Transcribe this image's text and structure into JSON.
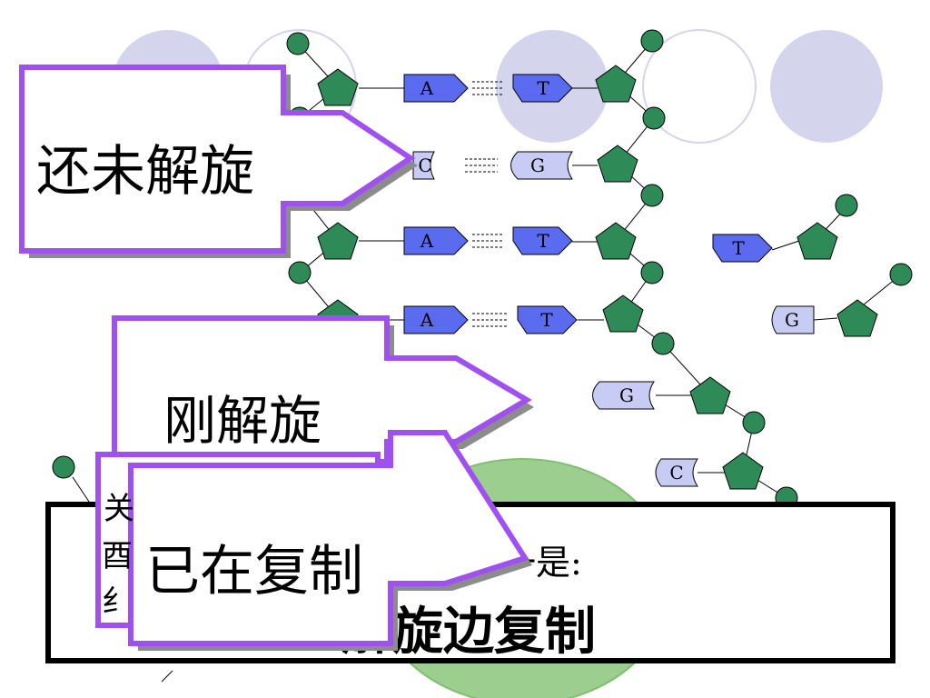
{
  "bases_left": {
    "row1": "A",
    "row2": "C",
    "row3": "A",
    "row4": "A",
    "row5": "G"
  },
  "bases_right": {
    "row1": "T",
    "row2": "G",
    "row3": "T",
    "row4": "T",
    "row5": "G",
    "row6": "C"
  },
  "free_nucleotides": {
    "n1": "T",
    "n2": "G"
  },
  "callouts": {
    "not_unwound": "还未解旋",
    "just_unwound": "刚解旋",
    "replicating": "已在复制"
  },
  "conclusion": {
    "line1": "点之一是:",
    "line2": "解旋边复制",
    "partial_left_1": "关",
    "partial_left_2": "酉",
    "partial_left_3": "纟"
  },
  "colors": {
    "sugar": "#2e8b57",
    "purine_blue": "#5a6bf0",
    "pyrimidine_light": "#c8ccf5",
    "callout_border": "#a050f0",
    "callout_shadow": "#8c8c8c",
    "bg_circle": "#d4d4ec",
    "enzyme_green": "#9ccf8f"
  }
}
